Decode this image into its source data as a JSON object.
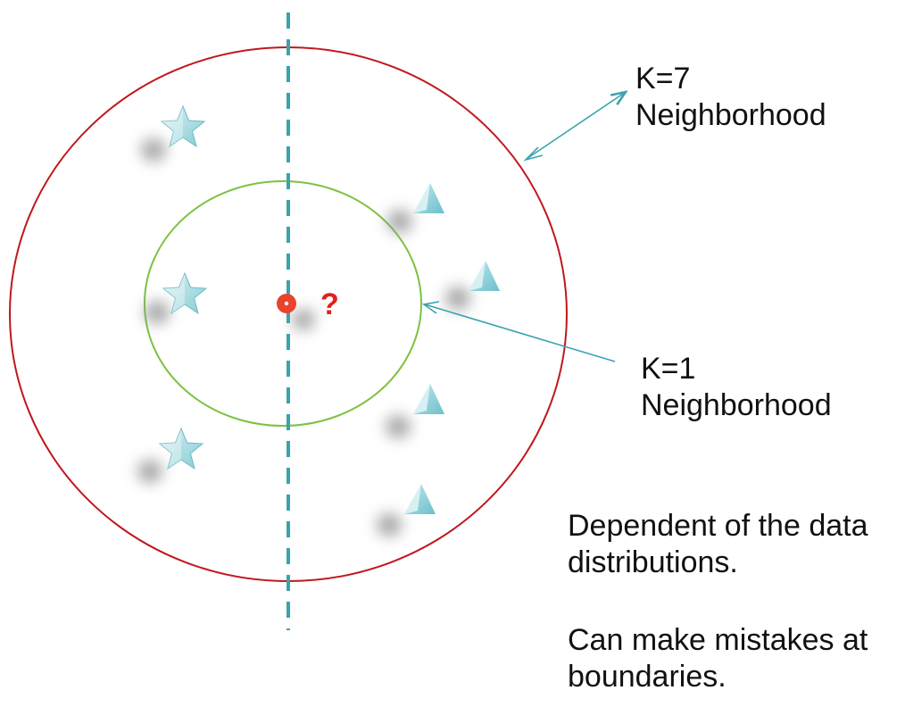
{
  "labels": {
    "k7": "K=7\nNeighborhood",
    "k1": "K=1\nNeighborhood",
    "query": "?"
  },
  "notes": {
    "line1": "Dependent of the data\ndistributions.",
    "line2": "Can make mistakes at\nboundaries."
  },
  "colors": {
    "outer_circle": "#c0181c",
    "inner_circle": "#7cc242",
    "boundary": "#3aa3ad",
    "arrow": "#3aa3ad",
    "query_point": "#e8432c",
    "query_label": "#e3201b",
    "star_fill": "#a9dde2",
    "triangle_fill": "#8fd0d8"
  },
  "markers": {
    "stars": 3,
    "triangles": 4
  }
}
